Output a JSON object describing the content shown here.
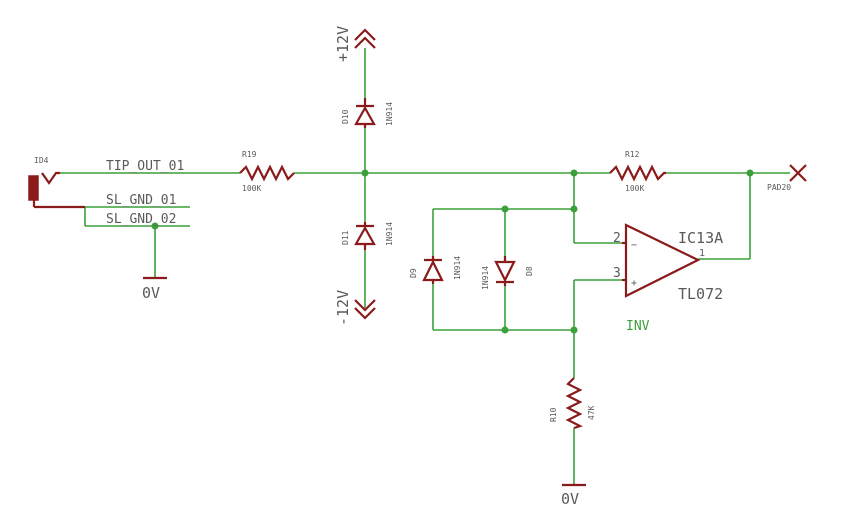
{
  "labels": {
    "j_ref": "ID4",
    "tip_net": "TIP_OUT_01",
    "sl_gnd_1": "SL_GND_01",
    "sl_gnd_2": "SL_GND_02",
    "gnd_left": "0V",
    "gnd_bottom": "0V",
    "plus12": "+12V",
    "minus12": "-12V",
    "r19_ref": "R19",
    "r19_val": "100K",
    "r12_ref": "R12",
    "r12_val": "100K",
    "r10_ref": "R10",
    "r10_val": "47K",
    "d10_ref": "D10",
    "d10_val": "1N914",
    "d11_ref": "D11",
    "d11_val": "1N914",
    "d9_ref": "D9",
    "d9_val": "1N914",
    "d8_ref": "D8",
    "d8_val": "1N914",
    "ic_ref": "IC13A",
    "ic_val": "TL072",
    "ic_pin1": "1",
    "ic_pin2": "2",
    "ic_pin3": "3",
    "ic_minus": "−",
    "ic_plus": "+",
    "net_inv": "INV",
    "pad_ref": "PAD20"
  },
  "colors": {
    "wire": "#3aa03a",
    "component": "#8b1a1a",
    "text": "#5a5a5a",
    "background": "#ffffff"
  }
}
